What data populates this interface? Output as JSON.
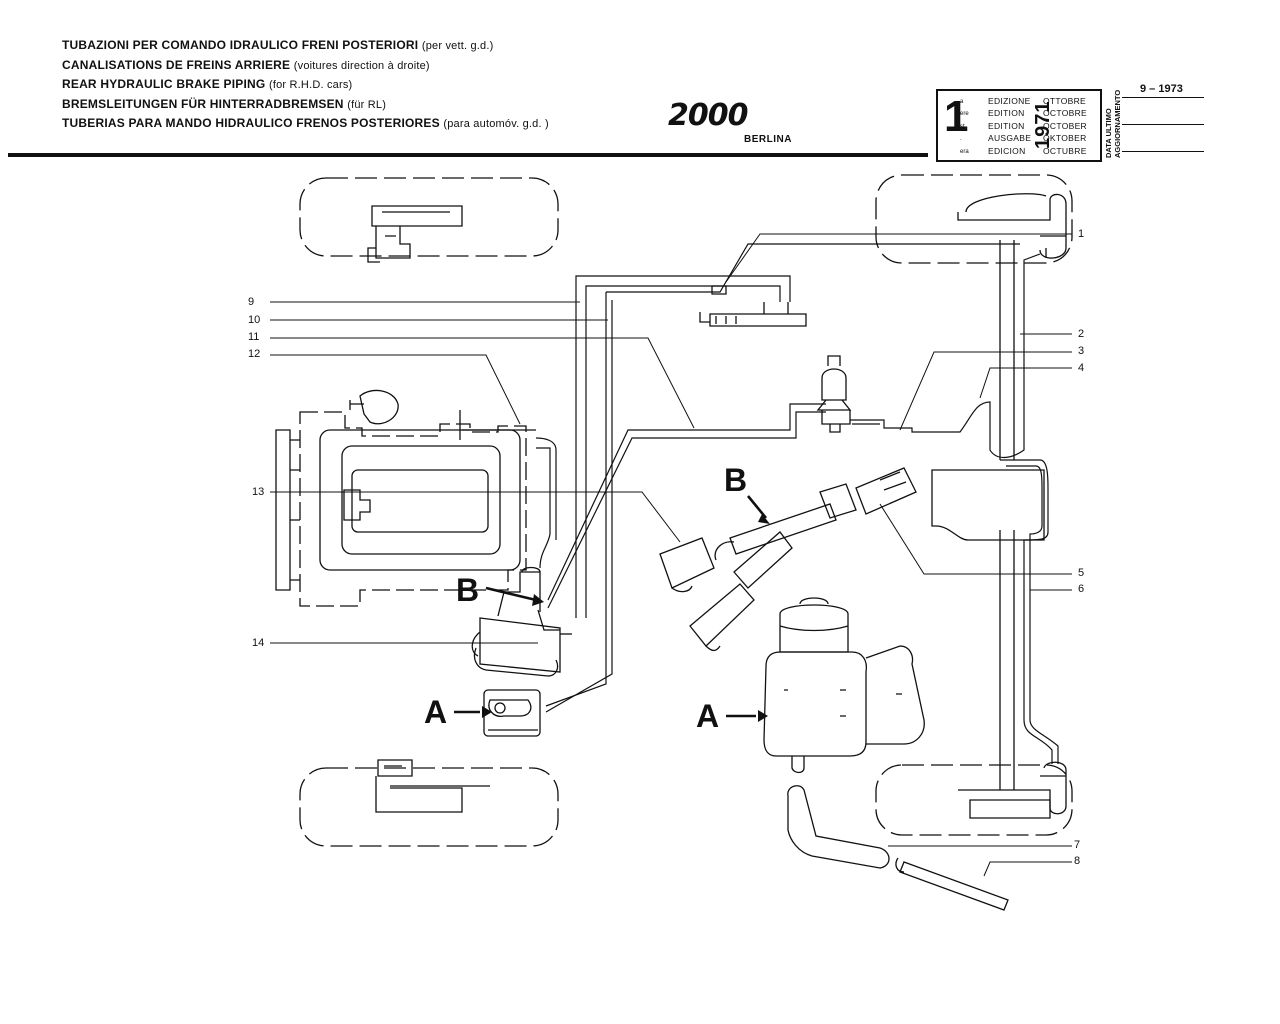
{
  "header": {
    "titles": [
      {
        "main": "TUBAZIONI PER COMANDO IDRAULICO FRENI POSTERIORI",
        "sub": "(per vett. g.d.)"
      },
      {
        "main": "CANALISATIONS DE FREINS ARRIERE",
        "sub": "(voitures direction à droite)"
      },
      {
        "main": "REAR HYDRAULIC BRAKE PIPING",
        "sub": "(for R.H.D. cars)"
      },
      {
        "main": "BREMSLEITUNGEN FÜR HINTERRADBREMSEN",
        "sub": "(für RL)"
      },
      {
        "main": "TUBERIAS PARA MANDO HIDRAULICO FRENOS POSTERIORES",
        "sub": "(para automóv. g.d. )"
      }
    ],
    "brand": {
      "name": "2000",
      "model": "BERLINA"
    }
  },
  "edition": {
    "number": "1",
    "suffixes": [
      "a",
      "ere",
      "st",
      ".",
      "era"
    ],
    "labels": [
      "EDIZIONE",
      "EDITION",
      "EDITION",
      "AUSGABE",
      "EDICION"
    ],
    "year": "1971",
    "months": [
      "OTTOBRE",
      "OCTOBRE",
      "OCTOBER",
      "OKTOBER",
      "OCTUBRE"
    ],
    "update_label_1": "DATA ULTIMO",
    "update_label_2": "AGGIORNAMENTO",
    "update_date": "9 – 1973"
  },
  "callouts": {
    "n1": "1",
    "n2": "2",
    "n3": "3",
    "n4": "4",
    "n5": "5",
    "n6": "6",
    "n7": "7",
    "n8": "8",
    "n9": "9",
    "n10": "10",
    "n11": "11",
    "n12": "12",
    "n13": "13",
    "n14": "14"
  },
  "detail_labels": {
    "A": "A",
    "B": "B"
  }
}
